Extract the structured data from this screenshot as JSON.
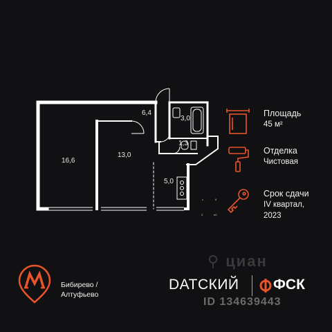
{
  "rooms": [
    {
      "id": "room-1",
      "label": "16,6"
    },
    {
      "id": "room-2",
      "label": "13,0"
    },
    {
      "id": "hall",
      "label": "6,4"
    },
    {
      "id": "bath",
      "label": "3,0"
    },
    {
      "id": "wc",
      "label": "1,3"
    },
    {
      "id": "kitchen",
      "label": "5,0"
    }
  ],
  "info": {
    "area": {
      "title": "Площадь",
      "value": "45 м²"
    },
    "finish": {
      "title": "Отделка",
      "value": "Чистовая"
    },
    "deadline": {
      "title": "Срок сдачи",
      "value_line1": "IV квартал,",
      "value_line2": "2023"
    }
  },
  "metro": {
    "line1": "Бибирево /",
    "line2": "Алтуфьево"
  },
  "brand": {
    "project": "DATСКИЙ",
    "developer": "ФСК"
  },
  "watermark": {
    "text": "ID 134639443"
  },
  "colors": {
    "accent": "#e8552b",
    "background": "#111114",
    "wall": "#ffffff"
  },
  "icons": [
    "area-icon",
    "paint-roller-icon",
    "key-icon",
    "metro-icon",
    "fsk-logo-icon"
  ]
}
